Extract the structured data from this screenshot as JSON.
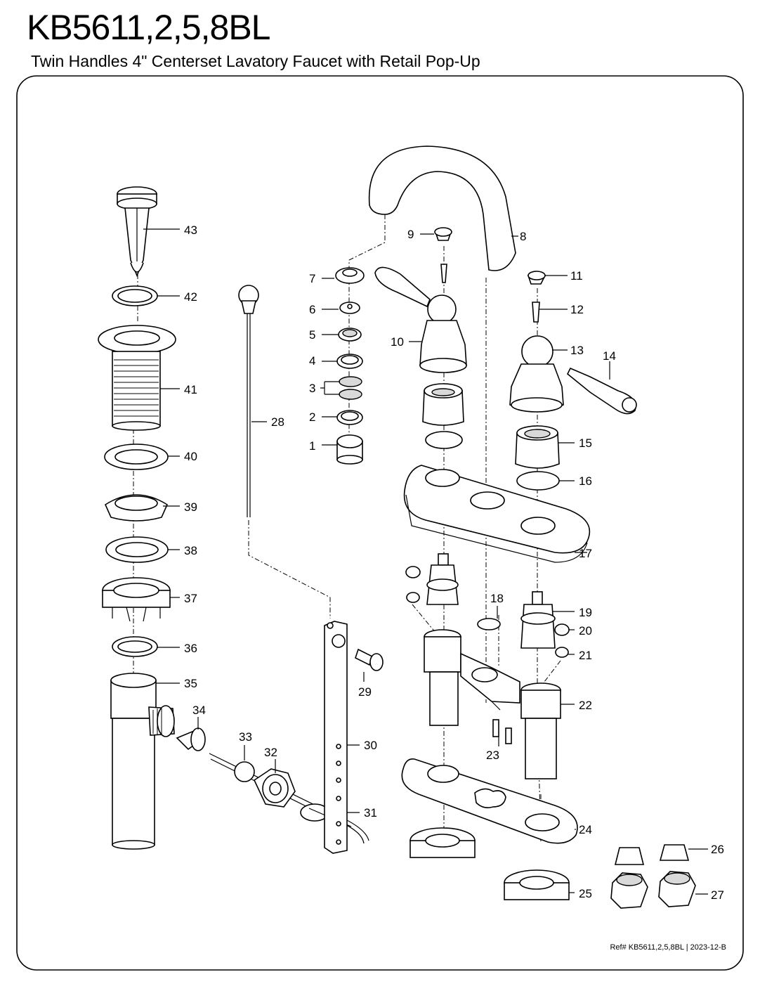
{
  "header": {
    "model": "KB5611,2,5,8BL",
    "description": "Twin Handles 4\" Centerset Lavatory Faucet with Retail Pop-Up"
  },
  "callouts": [
    "1",
    "2",
    "3",
    "4",
    "5",
    "6",
    "7",
    "8",
    "9",
    "10",
    "11",
    "12",
    "13",
    "14",
    "15",
    "16",
    "17",
    "18",
    "19",
    "20",
    "21",
    "22",
    "23",
    "24",
    "25",
    "26",
    "27",
    "28",
    "29",
    "30",
    "31",
    "32",
    "33",
    "34",
    "35",
    "36",
    "37",
    "38",
    "39",
    "40",
    "41",
    "42",
    "43"
  ],
  "footer": {
    "ref": "Ref# KB5611,2,5,8BL | 2023-12-B"
  }
}
